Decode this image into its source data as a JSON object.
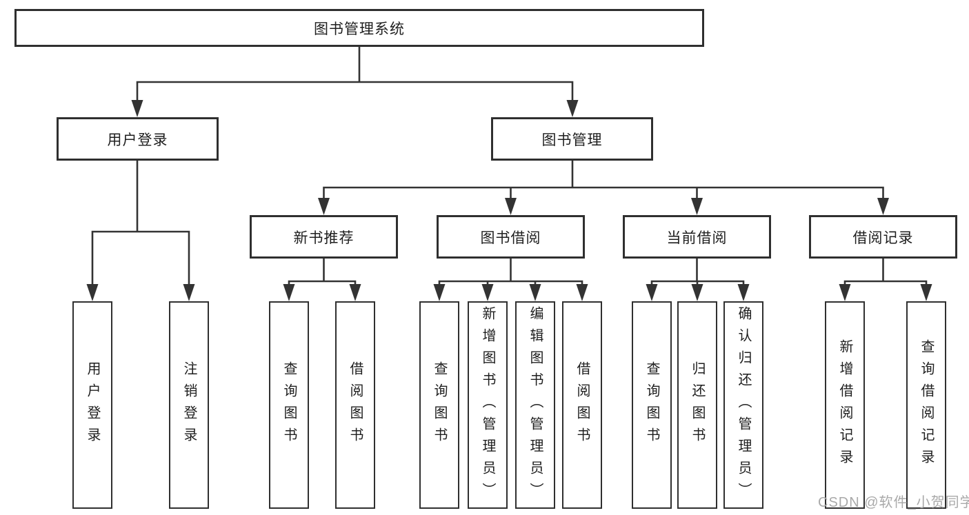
{
  "title": "图书管理系统",
  "branches": {
    "user": {
      "label": "用户登录",
      "children": [
        "用户登录",
        "注销登录"
      ]
    },
    "book": {
      "label": "图书管理",
      "modules": [
        {
          "label": "新书推荐",
          "children": [
            "查询图书",
            "借阅图书"
          ]
        },
        {
          "label": "图书借阅",
          "children": [
            "查询图书",
            "新增图书（管理员）",
            "编辑图书（管理员）",
            "借阅图书"
          ]
        },
        {
          "label": "当前借阅",
          "children": [
            "查询图书",
            "归还图书",
            "确认归还（管理员）"
          ]
        },
        {
          "label": "借阅记录",
          "children": [
            "新增借阅记录",
            "查询借阅记录"
          ]
        }
      ]
    }
  },
  "watermark": "CSDN @软件_小贺同学",
  "colors": {
    "line": "#333333",
    "box_border": "#2f2f2f",
    "box_fill": "#ffffff",
    "text": "#1e1e1e",
    "watermark": "#a9a9a9",
    "background": "#ffffff"
  }
}
